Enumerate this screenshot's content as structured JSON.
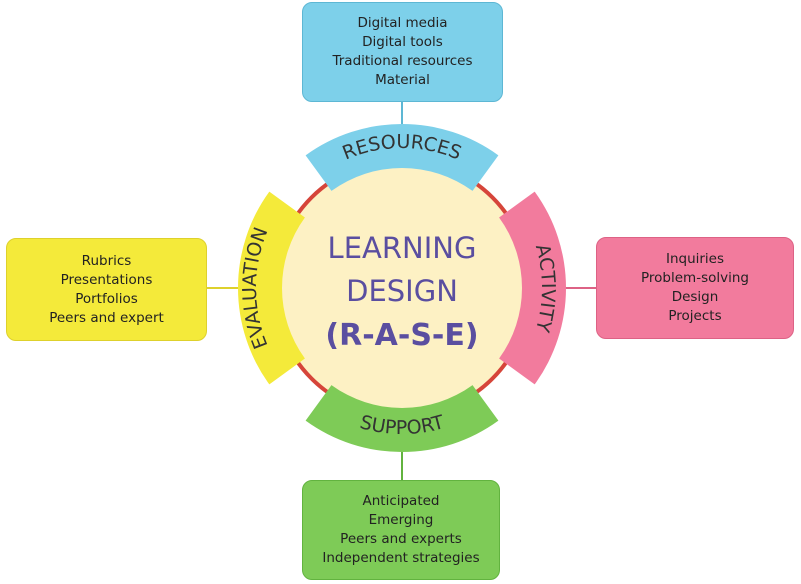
{
  "colors": {
    "resources": "#7dd0ea",
    "activity": "#f27b9d",
    "evaluation": "#f4ea3a",
    "support": "#7ecb57",
    "center_fill": "#fdf1c4",
    "ring": "#d6453a",
    "title": "#5a4ea0"
  },
  "center": {
    "line1": "LEARNING",
    "line2": "DESIGN",
    "line3": "(R-A-S-E)"
  },
  "segments": {
    "resources": {
      "label": "RESOURCES",
      "items": [
        "Digital media",
        "Digital tools",
        "Traditional resources",
        "Material"
      ]
    },
    "activity": {
      "label": "ACTIVITY",
      "items": [
        "Inquiries",
        "Problem-solving",
        "Design",
        "Projects"
      ]
    },
    "support": {
      "label": "SUPPORT",
      "items": [
        "Anticipated",
        "Emerging",
        "Peers and experts",
        "Independent strategies"
      ]
    },
    "evaluation": {
      "label": "EVALUATION",
      "items": [
        "Rubrics",
        "Presentations",
        "Portfolios",
        "Peers and expert"
      ]
    }
  }
}
